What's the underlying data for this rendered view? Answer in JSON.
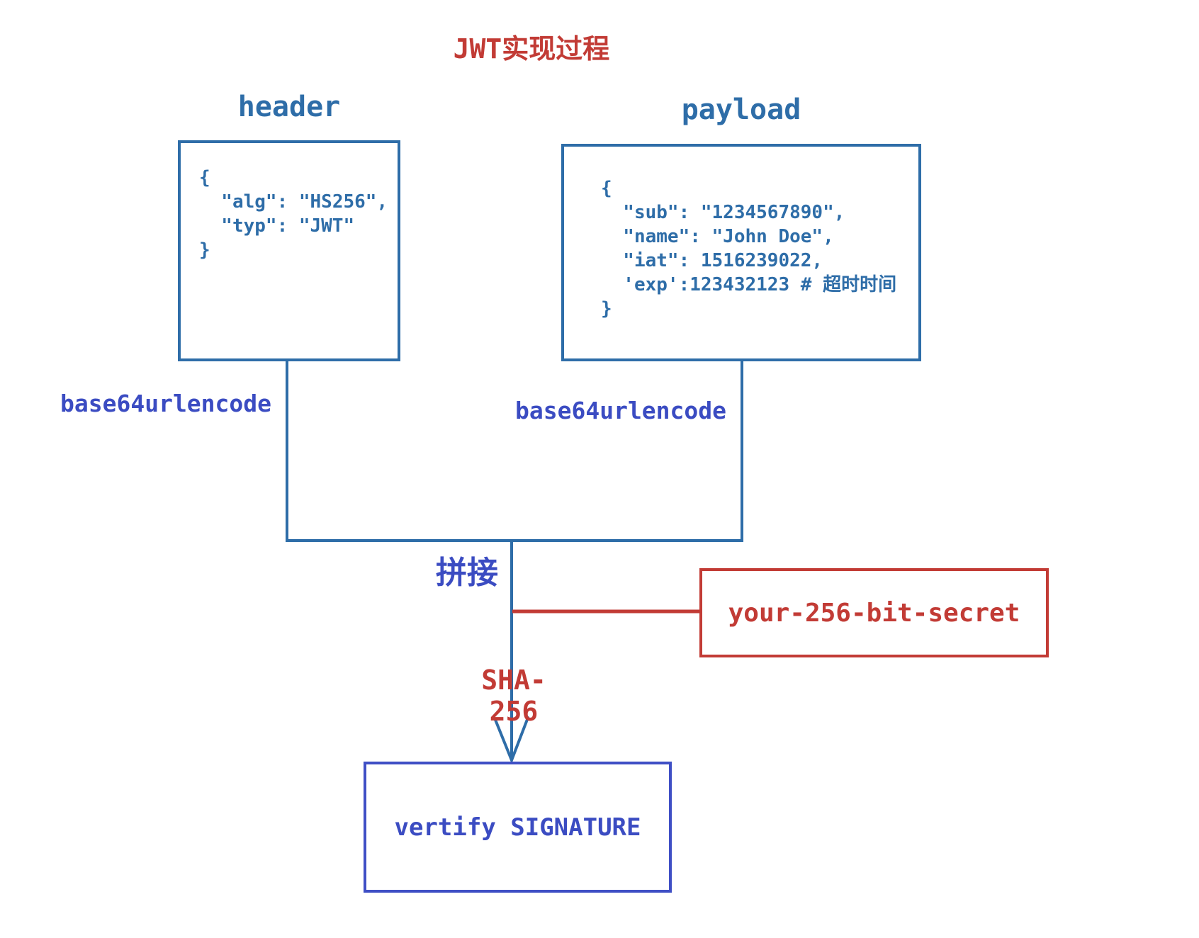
{
  "title": "JWT实现过程",
  "colors": {
    "box_blue": "#2e6da8",
    "indigo": "#3b4cc2",
    "red": "#c23b35"
  },
  "header_box": {
    "label": "header",
    "code": "{\n  \"alg\": \"HS256\",\n  \"typ\": \"JWT\"\n}"
  },
  "payload_box": {
    "label": "payload",
    "code": "{\n  \"sub\": \"1234567890\",\n  \"name\": \"John Doe\",\n  \"iat\": 1516239022,\n  'exp':123432123 # 超时时间\n}"
  },
  "labels": {
    "encode_left": "base64urlencode",
    "encode_right": "base64urlencode",
    "concat": "拼接",
    "hash": "SHA-256"
  },
  "secret_box": {
    "label": "your-256-bit-secret"
  },
  "verify_box": {
    "label": "vertify SIGNATURE"
  }
}
